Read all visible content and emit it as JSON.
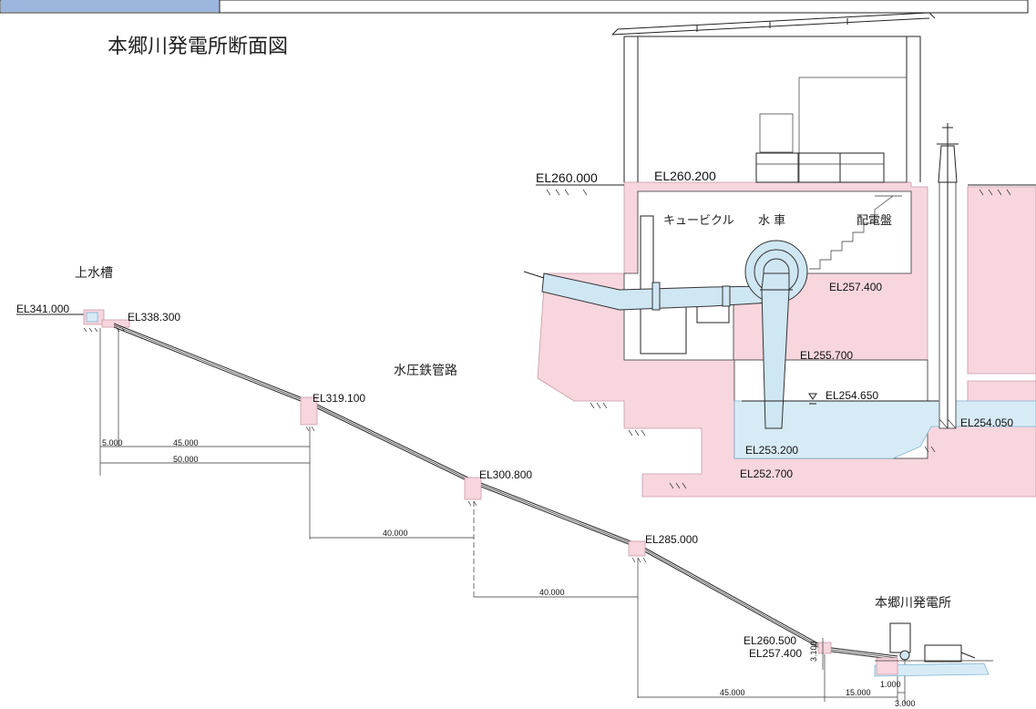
{
  "title": "本郷川発電所断面図",
  "labels": {
    "upper_tank": "上水槽",
    "penstock": "水圧鉄管路",
    "station": "本郷川発電所",
    "cubicle": "キュービクル",
    "turbine": "水 車",
    "panel": "配電盤"
  },
  "elevations": {
    "el341": "EL341.000",
    "el338": "EL338.300",
    "el319": "EL319.100",
    "el300": "EL300.800",
    "el285": "EL285.000",
    "el260_5": "EL260.500",
    "el257_4_small": "EL257.400",
    "ground": "EL260.000",
    "floor": "EL260.200",
    "el257_4": "EL257.400",
    "el255_7": "EL255.700",
    "el254_65": "EL254.650",
    "el254_05": "EL254.050",
    "el253_2": "EL253.200",
    "el252_7": "EL252.700"
  },
  "dimensions": {
    "d5": "5.000",
    "d45a": "45.000",
    "d50": "50.000",
    "d40a": "40.000",
    "d40b": "40.000",
    "d45b": "45.000",
    "d15": "15.000",
    "d1": "1.000",
    "d3": "3.000",
    "d3_1": "3.100"
  }
}
